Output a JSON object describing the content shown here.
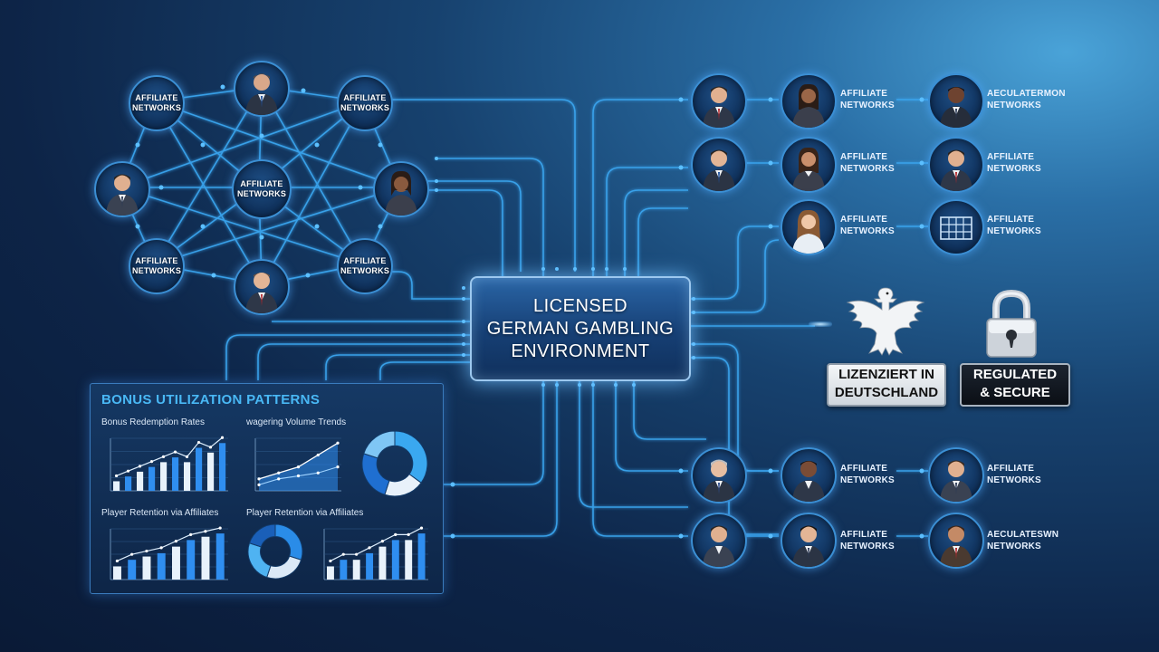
{
  "center": {
    "lines": [
      "LICENSED",
      "GERMAN GAMBLING",
      "ENVIRONMENT"
    ]
  },
  "network_left": {
    "hubs": [
      {
        "lines": [
          "AFFILIATE",
          "NETWORKS"
        ]
      },
      {
        "lines": [
          "AFFILIATE",
          "NETWORKS"
        ]
      },
      {
        "lines": [
          "AFFILIATE",
          "NETWORKS"
        ]
      },
      {
        "lines": [
          "AFFILIATE",
          "NETWORKS"
        ]
      },
      {
        "lines": [
          "AFFILIATE",
          "NETWORKS"
        ]
      }
    ]
  },
  "right_rows": [
    {
      "label1": [
        "AFFILIATE",
        "NETWORKS"
      ],
      "label2": [
        "AECULATERMON",
        "NETWORKS"
      ]
    },
    {
      "label1": [
        "AFFILIATE",
        "NETWORKS"
      ],
      "label2": [
        "AFFILIATE",
        "NETWORKS"
      ]
    },
    {
      "label1": [
        "AFFILIATE",
        "NETWORKS"
      ],
      "label2": [
        "AFFILIATE",
        "NETWORKS"
      ]
    },
    {
      "label1": [
        "AFFILIATE",
        "NETWORKS"
      ],
      "label2": [
        "AFFILIATE",
        "NETWORKS"
      ]
    },
    {
      "label1": [
        "AFFILIATE",
        "NETWORKS"
      ],
      "label2": [
        "AECULATESWN",
        "NETWORKS"
      ]
    }
  ],
  "badges": {
    "germany": [
      "LIZENZIERT IN",
      "DEUTSCHLAND"
    ],
    "regulated": [
      "REGULATED",
      "& SECURE"
    ]
  },
  "dashboard": {
    "title": "BONUS UTILIZATION PATTERNS",
    "charts": {
      "redemption": {
        "title": "Bonus Redemption Rates",
        "values": [
          2,
          3,
          4,
          5,
          6,
          7,
          6,
          9,
          8,
          10
        ]
      },
      "wagering": {
        "title": "wagering Volume Trends",
        "series_a": [
          2,
          3,
          4,
          6,
          8
        ],
        "series_b": [
          1,
          2,
          2.5,
          3,
          4
        ]
      },
      "retention": {
        "title": "Player Retention via Affiliates",
        "values": [
          2,
          3,
          3.5,
          4,
          5,
          6,
          6.5,
          7
        ]
      },
      "retention2": {
        "title": "Player Retention via Affiliates",
        "values": [
          2,
          3,
          3,
          4,
          5,
          6,
          6,
          7
        ]
      },
      "donut1": {
        "values": [
          35,
          20,
          25,
          20
        ],
        "colors": [
          "#3aa8f0",
          "#e8f1fa",
          "#1f6fd1",
          "#7fc6f5"
        ]
      },
      "donut2": {
        "values": [
          30,
          25,
          25,
          20
        ],
        "colors": [
          "#2a8ce8",
          "#dbe9f7",
          "#4fb3f2",
          "#1a5fb8"
        ]
      }
    }
  },
  "colors": {
    "wire": "#3aa6f0",
    "accent": "#49b8f5"
  }
}
